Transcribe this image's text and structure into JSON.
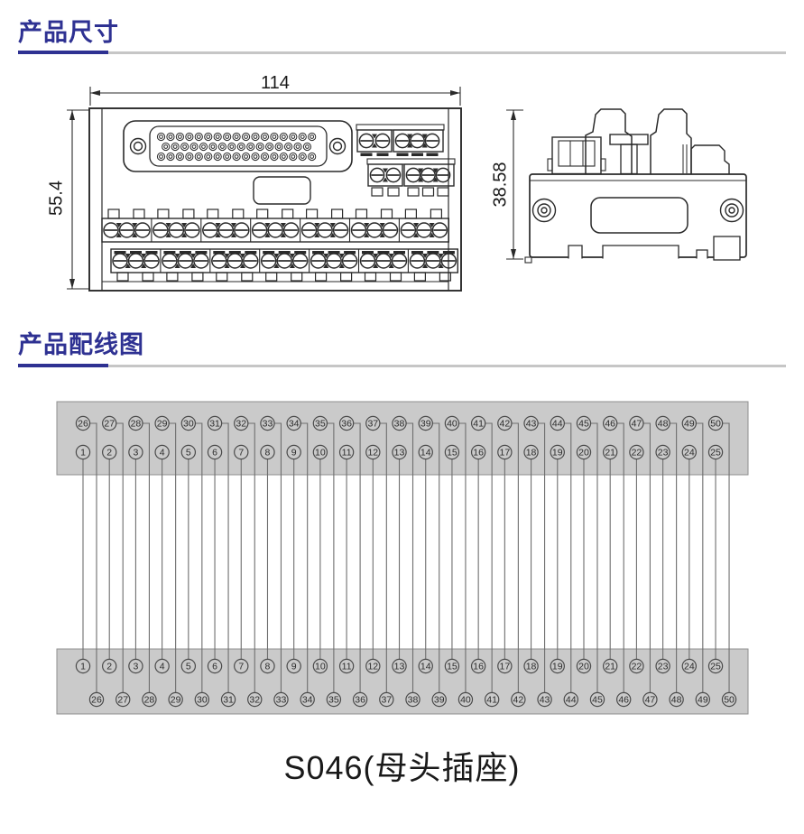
{
  "sections": {
    "dimensions": {
      "title": "产品尺寸"
    },
    "wiring": {
      "title": "产品配线图"
    }
  },
  "front_view": {
    "width_label": "114",
    "height_label": "55.4"
  },
  "side_view": {
    "height_label": "38.58"
  },
  "wiring_diagram": {
    "top_block": {
      "row1_pins": [
        26,
        27,
        28,
        29,
        30,
        31,
        32,
        33,
        34,
        35,
        36,
        37,
        38,
        39,
        40,
        41,
        42,
        43,
        44,
        45,
        46,
        47,
        48,
        49,
        50
      ],
      "row2_pins": [
        1,
        2,
        3,
        4,
        5,
        6,
        7,
        8,
        9,
        10,
        11,
        12,
        13,
        14,
        15,
        16,
        17,
        18,
        19,
        20,
        21,
        22,
        23,
        24,
        25
      ]
    },
    "bottom_block": {
      "row1_pins": [
        1,
        2,
        3,
        4,
        5,
        6,
        7,
        8,
        9,
        10,
        11,
        12,
        13,
        14,
        15,
        16,
        17,
        18,
        19,
        20,
        21,
        22,
        23,
        24,
        25
      ],
      "row2_pins": [
        26,
        27,
        28,
        29,
        30,
        31,
        32,
        33,
        34,
        35,
        36,
        37,
        38,
        39,
        40,
        41,
        42,
        43,
        44,
        45,
        46,
        47,
        48,
        49,
        50
      ]
    },
    "bar_fill": "#cacaca",
    "bar_stroke": "#8f8f8f",
    "wire_color": "#6e6e6e",
    "circle_stroke": "#4a4a4a",
    "number_color": "#2b2b2b"
  },
  "caption": "S046(母头插座)",
  "colors": {
    "accent_blue": "#2e3192",
    "underline_gray": "#c6c6c6",
    "drawing_stroke": "#2a2a2a"
  }
}
